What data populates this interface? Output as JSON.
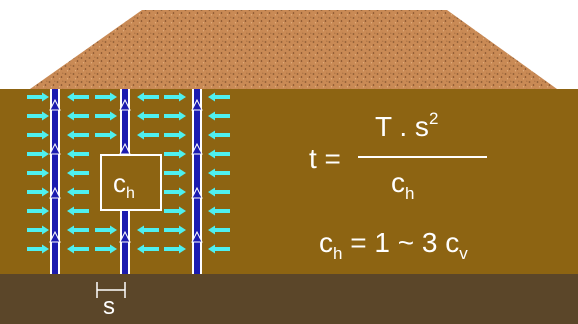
{
  "colors": {
    "sky": "#ffffff",
    "embankment": "#c98a55",
    "embankment_speck": "#8a5a33",
    "soft_soil": "#8d6412",
    "bedrock": "#5b4629",
    "flow_arrow": "#4ef0f0",
    "drain": "#1b1bb0",
    "drain_edge": "#ffffff",
    "box_fill": "#8d6412",
    "box_stroke": "#ffffff",
    "text": "#ffffff",
    "spacing_ink": "#ffffff"
  },
  "diagram": {
    "box_label_main": "c",
    "box_label_sub": "h",
    "spacing_label": "s",
    "formula": {
      "lhs": "t =",
      "numerator_main": "T . s",
      "numerator_sup": "2",
      "denominator_main": "c",
      "denominator_sub": "h"
    },
    "relation": {
      "lhs_main": "c",
      "lhs_sub": "h",
      "middle": " = 1 ~ 3 c",
      "rhs_sub": "v"
    }
  }
}
